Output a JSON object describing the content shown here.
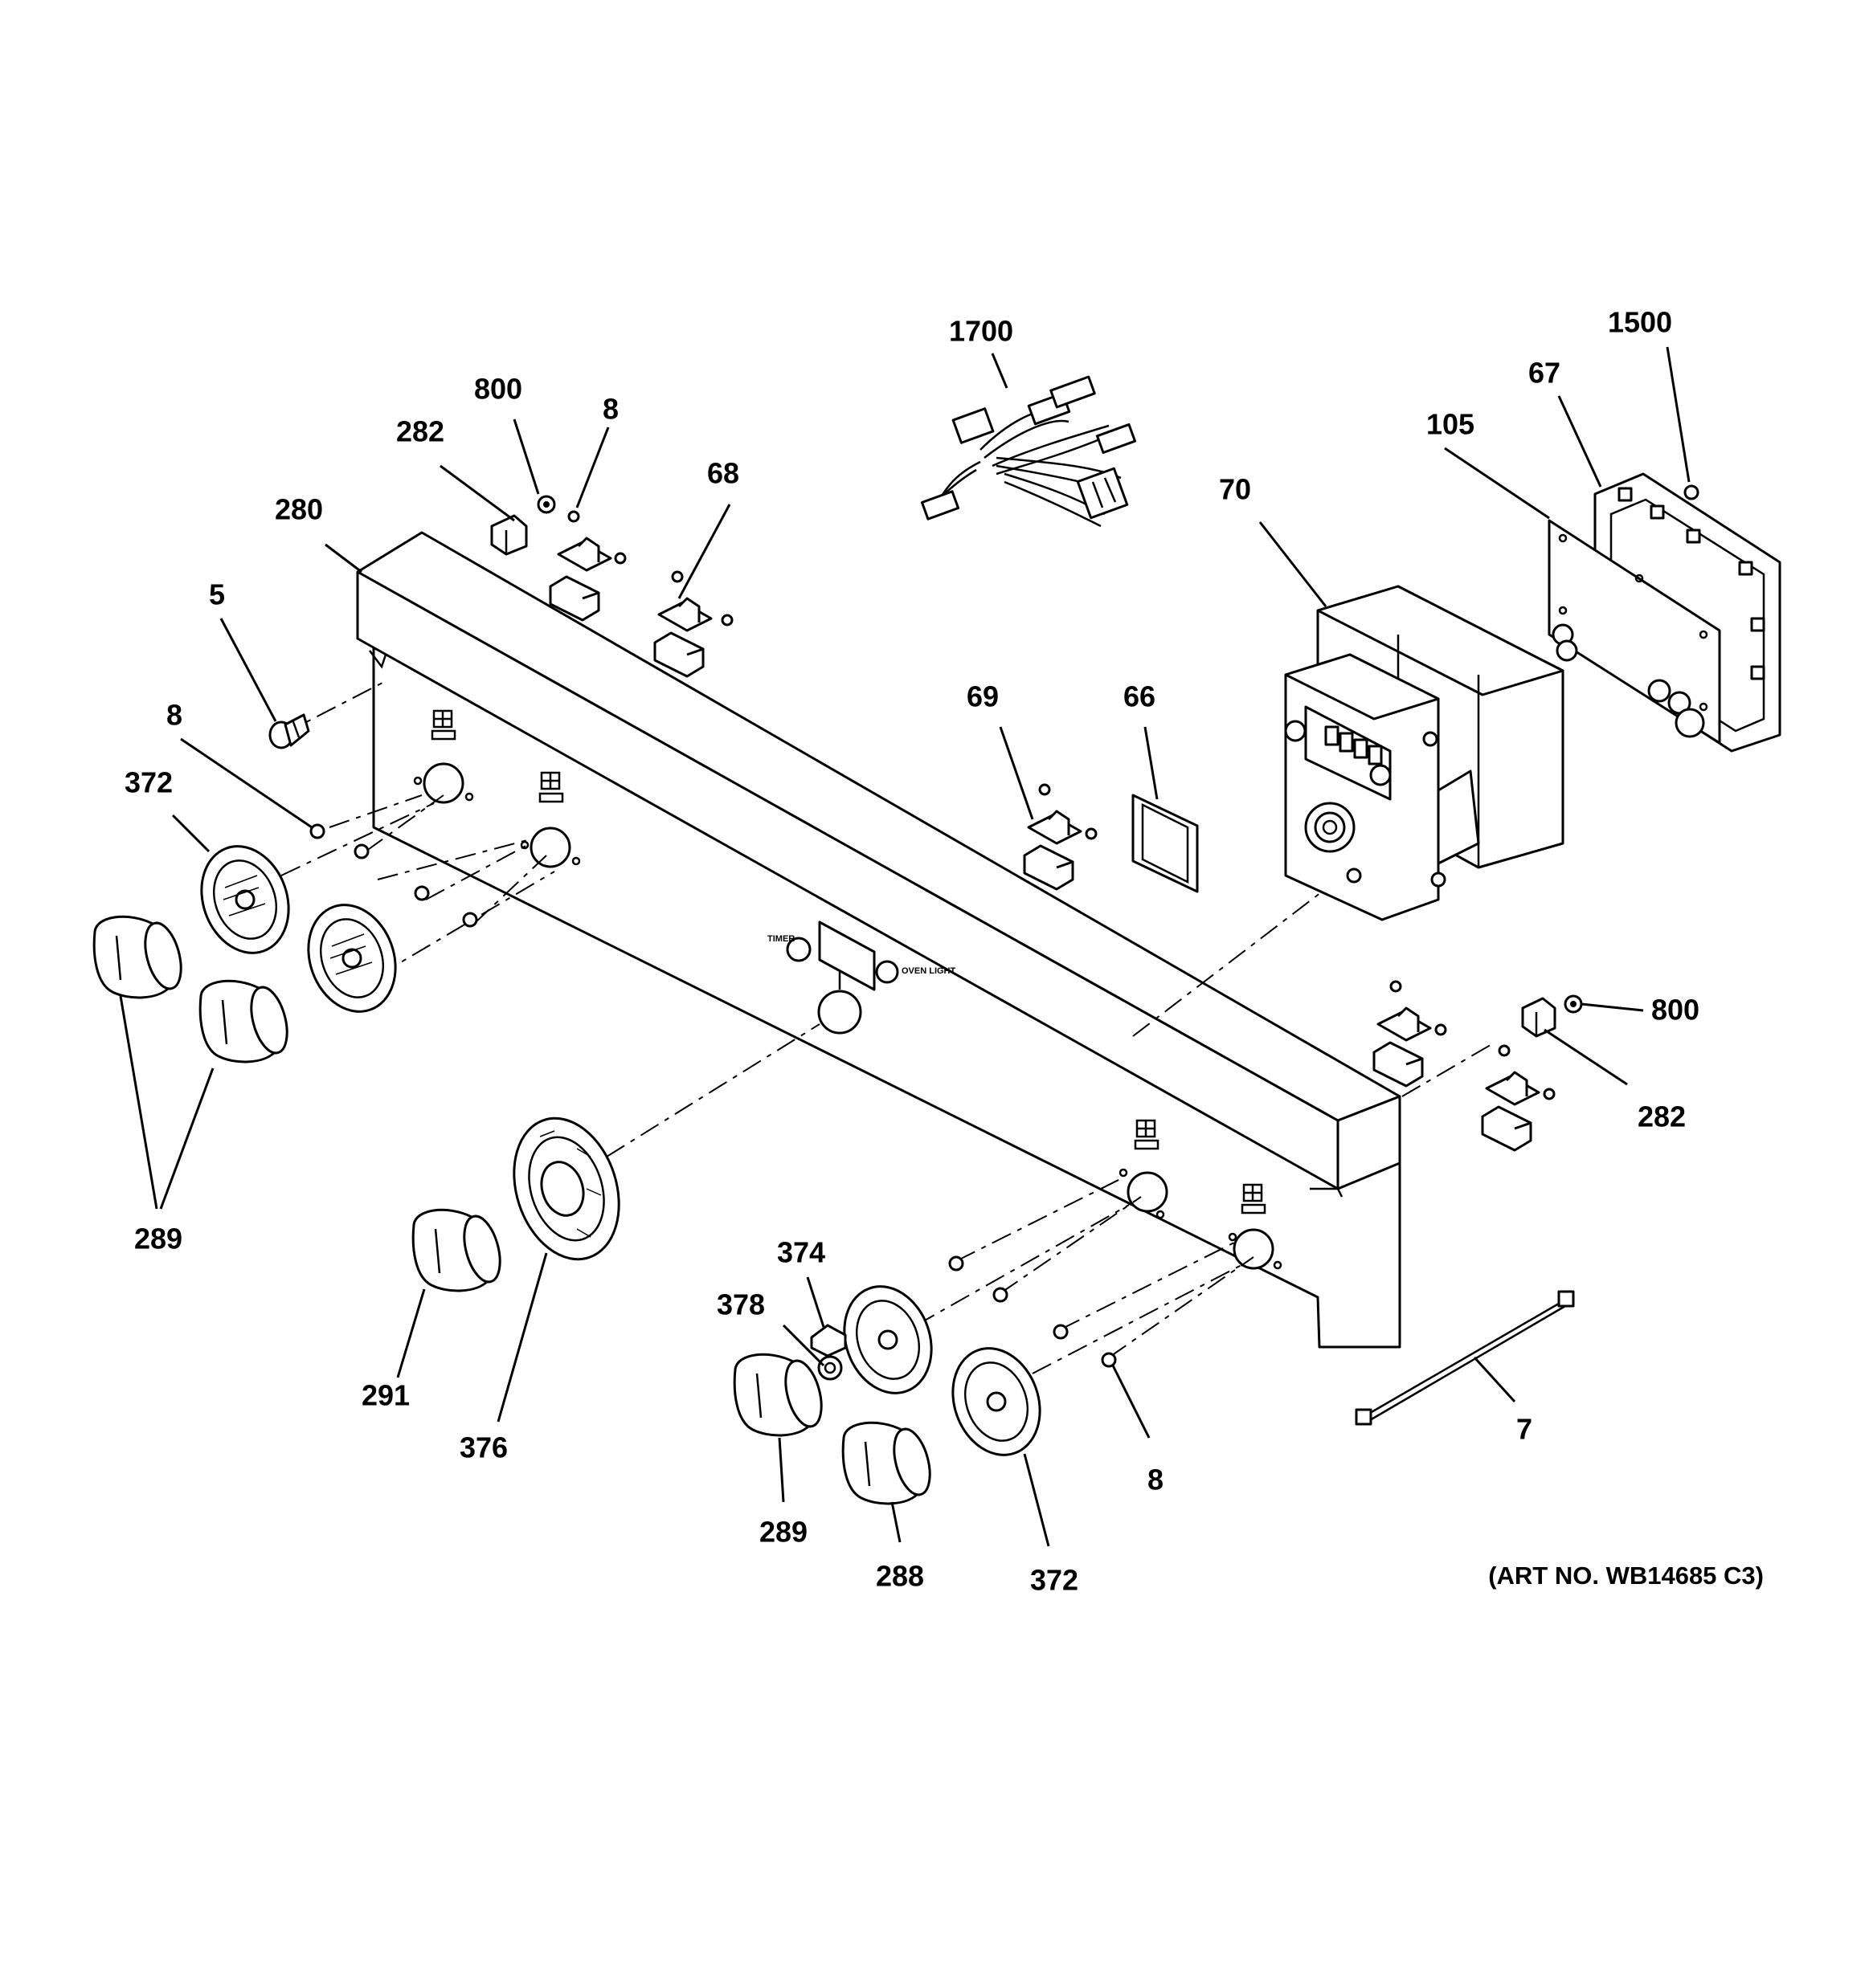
{
  "art_number": "(ART NO. WB14685 C3)",
  "callouts": {
    "c1700": "1700",
    "c1500": "1500",
    "c67": "67",
    "c105": "105",
    "c70": "70",
    "c800_top": "800",
    "c8_top": "8",
    "c282_top": "282",
    "c68": "68",
    "c280": "280",
    "c5": "5",
    "c8_left": "8",
    "c372_left": "372",
    "c69": "69",
    "c66": "66",
    "c800_right": "800",
    "c282_right": "282",
    "c289_left": "289",
    "c374": "374",
    "c378": "378",
    "c291": "291",
    "c376": "376",
    "c8_bottom": "8",
    "c7": "7",
    "c289_bottom": "289",
    "c288": "288",
    "c372_bottom": "372"
  },
  "panel_labels": {
    "timer": "TIMER",
    "oven_light": "OVEN LIGHT"
  }
}
